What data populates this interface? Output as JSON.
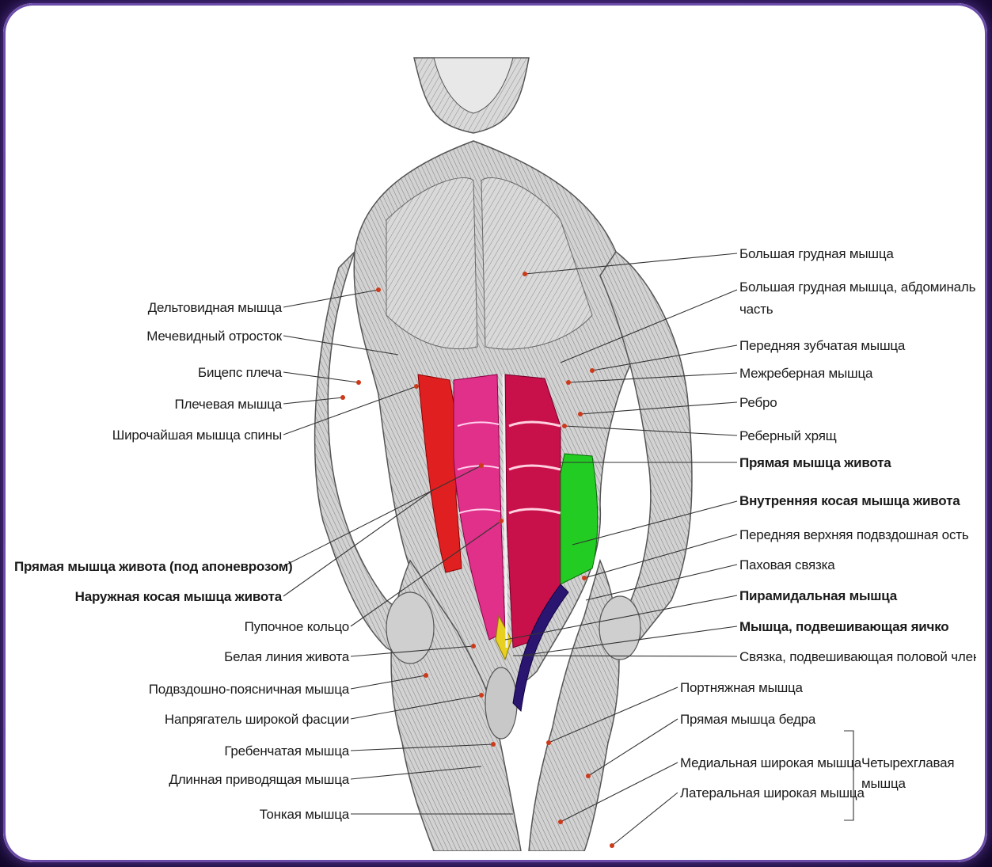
{
  "labels_left": [
    {
      "id": "deltoid",
      "text": "Дельтовидная мышца",
      "bold": false
    },
    {
      "id": "xiphoid",
      "text": "Мечевидный отросток",
      "bold": false
    },
    {
      "id": "biceps",
      "text": "Бицепс плеча",
      "bold": false
    },
    {
      "id": "brachialis",
      "text": "Плечевая мышца",
      "bold": false
    },
    {
      "id": "latissimus",
      "text": "Широчайшая мышца спины",
      "bold": false
    },
    {
      "id": "rectus-under",
      "text": "Прямая мышца живота (под апоневрозом)",
      "bold": true
    },
    {
      "id": "external-oblique",
      "text": "Наружная косая мышца живота",
      "bold": true
    },
    {
      "id": "umbilical",
      "text": "Пупочное кольцо",
      "bold": false
    },
    {
      "id": "linea-alba",
      "text": "Белая линия живота",
      "bold": false
    },
    {
      "id": "iliopsoas",
      "text": "Подвздошно-поясничная мышца",
      "bold": false
    },
    {
      "id": "tfl",
      "text": "Напрягатель широкой фасции",
      "bold": false
    },
    {
      "id": "pectineus",
      "text": "Гребенчатая мышца",
      "bold": false
    },
    {
      "id": "adductor-longus",
      "text": "Длинная приводящая мышца",
      "bold": false
    },
    {
      "id": "gracilis",
      "text": "Тонкая мышца",
      "bold": false
    }
  ],
  "labels_right": [
    {
      "id": "pec-major",
      "text": "Большая грудная мышца",
      "bold": false
    },
    {
      "id": "pec-abdominal",
      "text": "Большая грудная мышца, абдоминальная",
      "bold": false
    },
    {
      "id": "pec-abdominal-2",
      "text": "часть",
      "bold": false
    },
    {
      "id": "serratus",
      "text": "Передняя зубчатая мышца",
      "bold": false
    },
    {
      "id": "intercostal",
      "text": "Межреберная мышца",
      "bold": false
    },
    {
      "id": "rib",
      "text": "Ребро",
      "bold": false
    },
    {
      "id": "costal-cartilage",
      "text": "Реберный хрящ",
      "bold": false
    },
    {
      "id": "rectus",
      "text": "Прямая мышца живота",
      "bold": true
    },
    {
      "id": "internal-oblique",
      "text": "Внутренняя косая мышца живота",
      "bold": true
    },
    {
      "id": "asis",
      "text": "Передняя верхняя подвздошная ость",
      "bold": false
    },
    {
      "id": "inguinal",
      "text": "Паховая связка",
      "bold": false
    },
    {
      "id": "pyramidalis",
      "text": "Пирамидальная мышца",
      "bold": true
    },
    {
      "id": "cremaster",
      "text": "Мышца, подвешивающая яичко",
      "bold": true
    },
    {
      "id": "suspensory",
      "text": "Связка, подвешивающая половой член",
      "bold": false
    },
    {
      "id": "sartorius",
      "text": "Портняжная мышца",
      "bold": false
    },
    {
      "id": "rectus-femoris",
      "text": "Прямая мышца бедра",
      "bold": false
    },
    {
      "id": "vastus-medialis",
      "text": "Медиальная широкая мышца",
      "bold": false
    },
    {
      "id": "vastus-lateralis",
      "text": "Латеральная широкая мышца",
      "bold": false
    }
  ],
  "quadriceps_label": {
    "line1": "Четырехглавая",
    "line2": "мышца"
  },
  "colors": {
    "external_oblique": "#e02020",
    "rectus": "#e0308a",
    "rectus_dark": "#c8104a",
    "internal_oblique": "#22cc22",
    "pyramidalis": "#e8d020",
    "cremaster": "#2a1670",
    "muscle_gray": "#bdbdbd",
    "frame": "#6b4ca8"
  }
}
